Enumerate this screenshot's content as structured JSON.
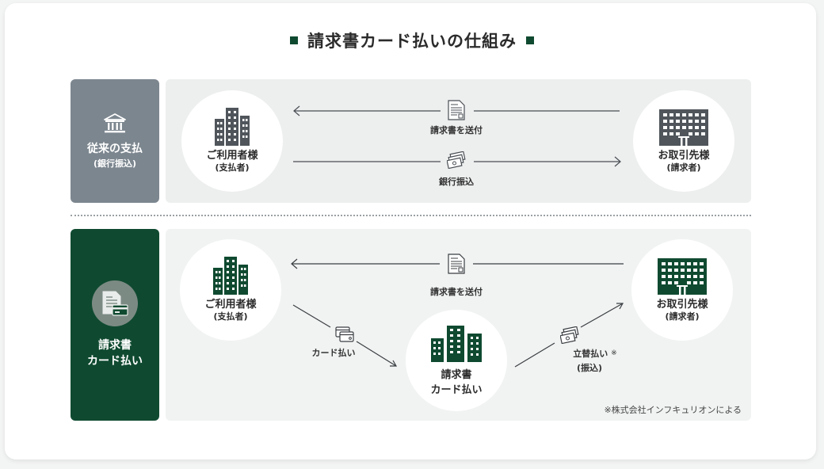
{
  "title": "請求書カード払いの仕組み",
  "colors": {
    "accent": "#0f4a30",
    "gray": "#7c868f",
    "building_gray": "#4f555b"
  },
  "traditional": {
    "label": "従来の支払",
    "sublabel": "(銀行振込)",
    "icon": "bank-icon",
    "user": {
      "name": "ご利用者様",
      "role": "(支払者)"
    },
    "partner": {
      "name": "お取引先様",
      "role": "(請求者)"
    },
    "flow_invoice": "請求書を送付",
    "flow_transfer": "銀行振込"
  },
  "card": {
    "label_line1": "請求書",
    "label_line2": "カード払い",
    "icon": "invoice-card-icon",
    "user": {
      "name": "ご利用者様",
      "role": "(支払者)"
    },
    "partner": {
      "name": "お取引先様",
      "role": "(請求者)"
    },
    "service": {
      "name_line1": "請求書",
      "name_line2": "カード払い"
    },
    "flow_invoice": "請求書を送付",
    "flow_card": "カード払い",
    "flow_advance": "立替払い",
    "flow_advance_mark": "※",
    "flow_advance_sub": "(振込)",
    "note": "※株式会社インフキュリオンによる"
  }
}
